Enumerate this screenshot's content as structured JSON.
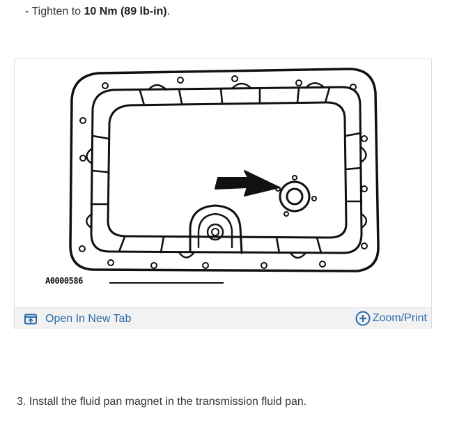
{
  "step_prev": {
    "dash": "-",
    "text_before": "Tighten to ",
    "torque": "10 Nm (89 lb-in)",
    "text_after": "."
  },
  "figure": {
    "id_label": "A0000586",
    "open_tab_label": "Open In New Tab",
    "zoom_label": "Zoom/Print",
    "icons": {
      "open_tab": "open-in-new-tab-icon",
      "zoom": "plus-circle-icon",
      "arrow": "pointer-arrow-icon",
      "magnet": "magnet-icon"
    },
    "link_color": "#2a6aa8"
  },
  "step3": {
    "text": "3. Install the fluid pan magnet in the transmission fluid pan."
  }
}
